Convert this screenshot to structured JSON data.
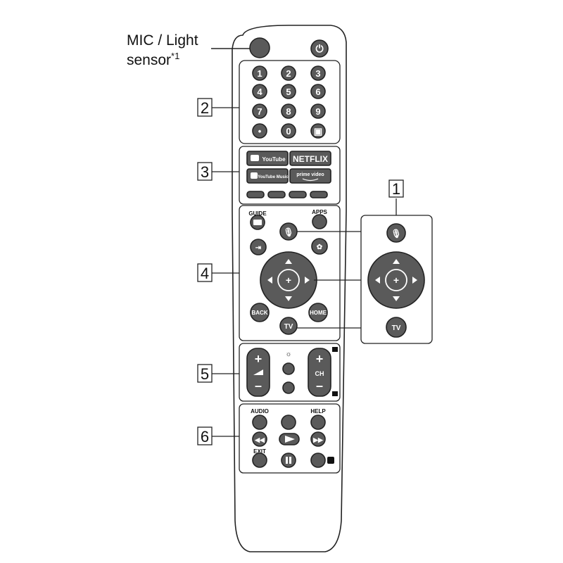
{
  "callout_label": {
    "line1": "MIC / Light",
    "line2": "sensor",
    "superscript": "*1"
  },
  "section_numbers": [
    "1",
    "2",
    "3",
    "4",
    "5",
    "6"
  ],
  "numpad": [
    "1",
    "2",
    "3",
    "4",
    "5",
    "6",
    "7",
    "8",
    "9",
    "•",
    "0",
    "▣"
  ],
  "streaming": {
    "youtube": "YouTube",
    "netflix": "NETFLIX",
    "youtube_music": "YouTube Music",
    "prime": "prime video"
  },
  "nav": {
    "guide": "GUIDE",
    "apps": "APPS",
    "back": "BACK",
    "home": "HOME",
    "tv": "TV"
  },
  "volume_channel": {
    "plus": "+",
    "minus": "–",
    "ch": "CH"
  },
  "playback": {
    "audio": "AUDIO",
    "help": "HELP",
    "exit": "EXIT"
  },
  "colors": {
    "button": "#5a5a5a",
    "outline": "#222222"
  }
}
